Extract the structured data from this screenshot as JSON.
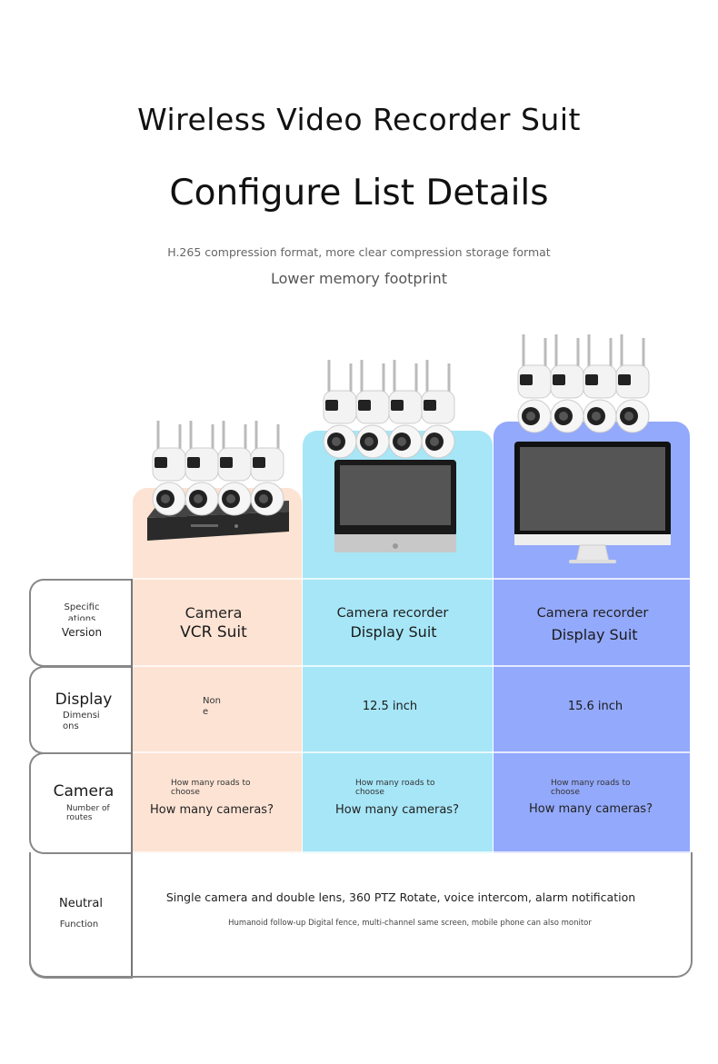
{
  "header": {
    "title": "Wireless Video Recorder Suit",
    "subtitle": "Configure List Details",
    "line1": "H.265 compression format, more clear compression storage format",
    "line2": "Lower memory footprint"
  },
  "colors": {
    "col_a": "#fde3d4",
    "col_b": "#a6e6f7",
    "col_c": "#93a9fb",
    "border": "#888888"
  },
  "rows": {
    "version": {
      "label_small_1": "Specific",
      "label_small_2": "ations",
      "label": "Version"
    },
    "display": {
      "label": "Display",
      "label_small_1": "Dimensi",
      "label_small_2": "ons"
    },
    "camera": {
      "label": "Camera",
      "label_small_1": "Number of",
      "label_small_2": "routes"
    },
    "neutral": {
      "label": "Neutral",
      "label_small": "Function"
    }
  },
  "columns": [
    {
      "product": "camera-nvr-kit",
      "version_1": "Camera",
      "version_2": "VCR Suit",
      "display_1": "Non",
      "display_2": "e",
      "camera_small_1": "How many roads to",
      "camera_small_2": "choose",
      "camera_main": "How many cameras?"
    },
    {
      "product": "camera-recorder-12-5-display",
      "version_1": "Camera recorder",
      "version_2": "Display Suit",
      "display": "12.5 inch",
      "camera_small_1": "How many roads to",
      "camera_small_2": "choose",
      "camera_main": "How many cameras?"
    },
    {
      "product": "camera-recorder-15-6-display",
      "version_1": "Camera recorder",
      "version_2": "Display Suit",
      "display": "15.6 inch",
      "camera_small_1": "How many roads to",
      "camera_small_2": "choose",
      "camera_main": "How many cameras?"
    }
  ],
  "neutral": {
    "main": "Single camera and double lens, 360 PTZ Rotate, voice intercom, alarm notification",
    "detail": "Humanoid follow-up Digital fence, multi-channel same screen, mobile phone can also monitor"
  }
}
